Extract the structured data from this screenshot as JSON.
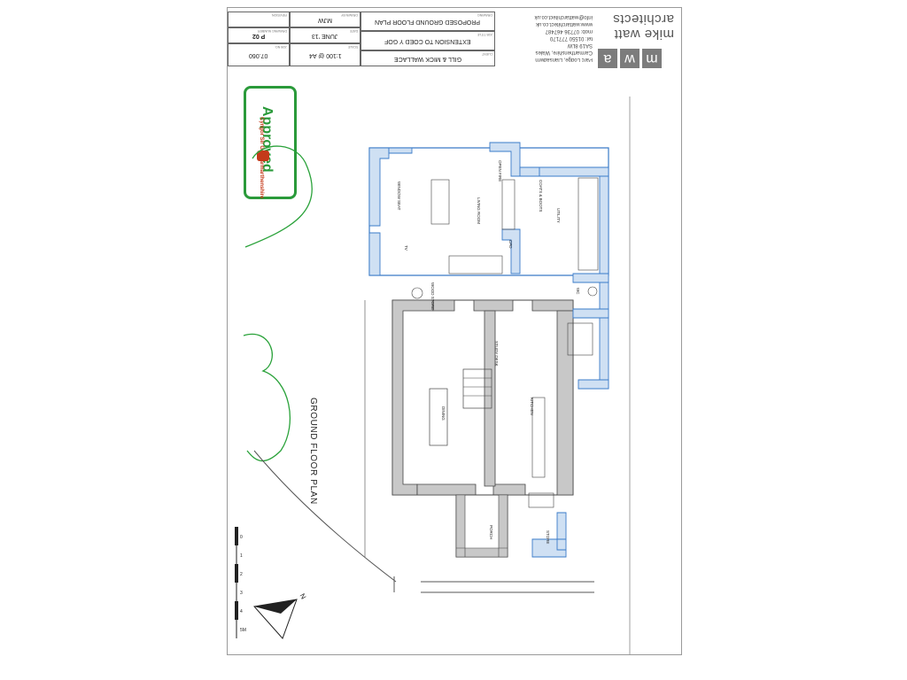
{
  "title_block": {
    "client_label": "CLIENT",
    "client": "GILL & MICK WALLACE",
    "job_label": "JOB TITLE",
    "job": "EXTENSION TO COED Y GOF",
    "drawing_label": "DRAWING",
    "drawing": "PROPOSED GROUND FLOOR PLAN",
    "scale_label": "SCALE",
    "scale": "1:100 @ A4",
    "date_label": "DATE",
    "date": "JUNE '13",
    "drawn_label": "DRAWN BY",
    "drawn": "MJW",
    "job_no_label": "JOB NO.",
    "job_no": "07.060",
    "drawing_no_label": "DRAWING NUMBER",
    "drawing_no": "P 02",
    "revision_label": "REVISION"
  },
  "firm": {
    "logo_letters": [
      "m",
      "w",
      "a"
    ],
    "name_line1": "mike watt",
    "name_line2": "architects",
    "address_line1": "Parc Lodge, Llansadwrn",
    "address_line2": "Carmarthenshire, Wales",
    "address_line3": "SA19 8LW",
    "tel": "tel: 01550 777170",
    "mob": "mob: 07736 467487",
    "web": "www.wattarchitect.co.uk",
    "email": "info@wattarchitect.co.uk"
  },
  "stamp": {
    "word": "Approved",
    "council_line1": "Cyngor",
    "council_line2": "Sir Gâr",
    "council_line3": "Carmarthenshire",
    "colors": {
      "border": "#2a9a3a",
      "text": "#c43a1a"
    }
  },
  "rooms": {
    "living": "LIVING ROOM",
    "utility": "UTILITY",
    "coats": "COATS & BOOTS",
    "wc": "WC",
    "cpd": "CPD",
    "kitchen": "KITCHEN",
    "dining": "DINING",
    "porch": "PORCH",
    "store": "STORE",
    "study": "STUDY DESK",
    "wood": "WOOD STORE",
    "window_seat": "WINDOW SEAT",
    "tv": "TV",
    "open_fire": "OPEN FIRE"
  },
  "plan_title": "GROUND FLOOR PLAN",
  "scale_bar": {
    "ticks": [
      "0",
      "1",
      "2",
      "3",
      "4",
      "5M"
    ]
  },
  "north": "N",
  "colors": {
    "new_wall": "#3a7bc8",
    "existing_wall": "#c8c8c8",
    "line": "#333333",
    "tree": "#2aa23a"
  }
}
